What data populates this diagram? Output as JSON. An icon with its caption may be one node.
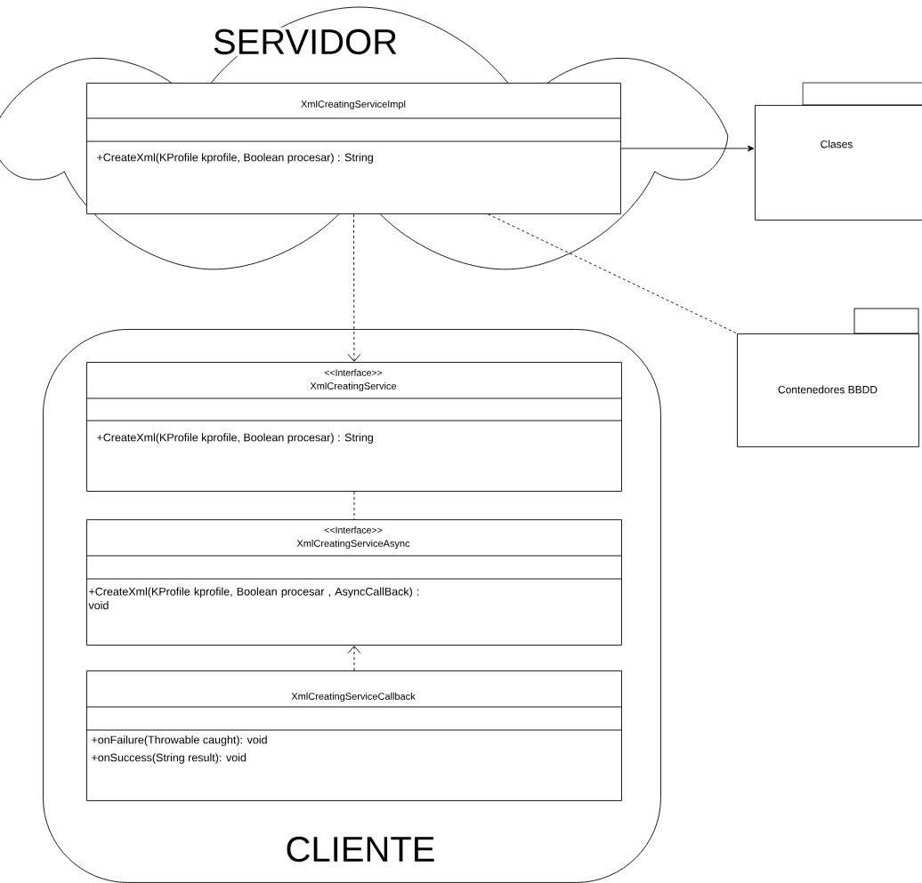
{
  "diagram": {
    "nodes": [
      {
        "text": [
          "SERVIDOR"
        ]
      },
      {
        "text": [
          "XmlCreatingServiceImpl",
          "+CreateXml(KProfile kprofile, Boolean procesar) : String"
        ],
        "in": 0
      },
      {
        "text": [
          "Clases"
        ]
      },
      {
        "text": [
          "Contenedores BBDD"
        ]
      },
      {
        "text": [
          "CLIENTE"
        ]
      },
      {
        "text": [
          "<<Interface>>",
          "XmlCreatingService",
          "+CreateXml(KProfile kprofile, Boolean procesar) : String"
        ],
        "in": 4
      },
      {
        "text": [
          "<<Interface>>",
          "XmlCreatingServiceAsync",
          "+CreateXml(KProfile kprofile, Boolean procesar , AsyncCallBack) : void"
        ],
        "in": 4
      },
      {
        "text": [
          "XmlCreatingServiceCallback",
          "+onFailure(Throwable caught): void",
          "+onSuccess(String result): void"
        ],
        "in": 4
      }
    ],
    "edges": [
      {
        "from": 1,
        "to": 2,
        "arrow": "to"
      },
      {
        "from": 1,
        "to": 3,
        "arrow": "none",
        "style": "dashed"
      },
      {
        "from": 1,
        "to": 5,
        "arrow": "to",
        "style": "dashed"
      },
      {
        "from": 5,
        "to": 6,
        "arrow": "none",
        "style": "dashed"
      },
      {
        "from": 7,
        "to": 6,
        "arrow": "to",
        "style": "dashed"
      }
    ]
  }
}
